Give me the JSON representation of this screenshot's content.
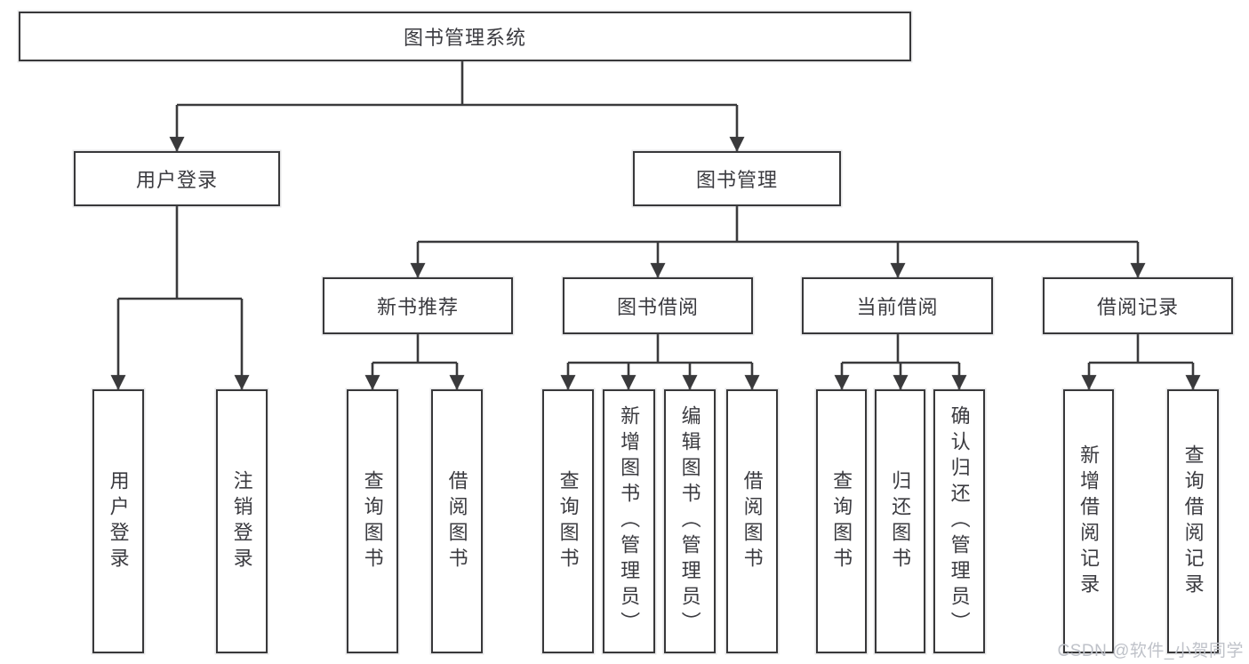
{
  "app": {
    "type": "hierarchy-diagram"
  },
  "nodes": {
    "root": "图书管理系统",
    "level2": {
      "user_login": "用户登录",
      "book_mgmt": "图书管理"
    },
    "level3": {
      "new_books": "新书推荐",
      "book_borrow": "图书借阅",
      "current_borrow": "当前借阅",
      "borrow_records": "借阅记录"
    },
    "leaves": {
      "user_login": [
        "用户登录",
        "注销登录"
      ],
      "new_books": [
        "查询图书",
        "借阅图书"
      ],
      "book_borrow": [
        "查询图书",
        "新增图书（管理员）",
        "编辑图书（管理员）",
        "借阅图书"
      ],
      "current_borrow": [
        "查询图书",
        "归还图书",
        "确认归还（管理员）"
      ],
      "borrow_records": [
        "新增借阅记录",
        "查询借阅记录"
      ]
    }
  },
  "watermark": {
    "text": "CSDN @软件_小贺同学"
  },
  "colors": {
    "line": "#3a3a3c",
    "box_border": "#38383a",
    "text": "#3b3b40",
    "background": "#ffffff",
    "watermark": "#bfc2c9"
  }
}
